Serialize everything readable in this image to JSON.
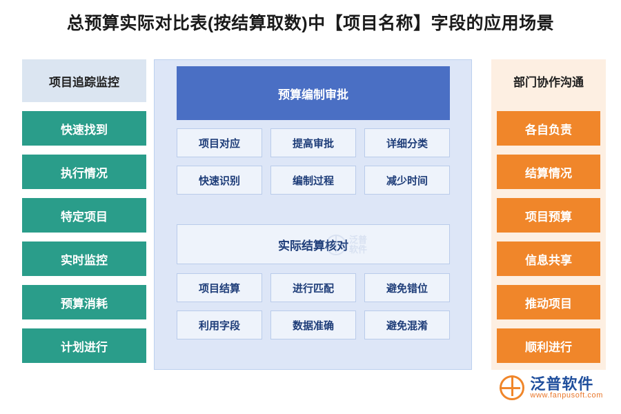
{
  "title": "总预算实际对比表(按结算取数)中【项目名称】字段的应用场景",
  "left_column": {
    "heading": "项目追踪监控",
    "items": [
      {
        "label": "快速找到"
      },
      {
        "label": "执行情况"
      },
      {
        "label": "特定项目"
      },
      {
        "label": "实时监控"
      },
      {
        "label": "预算消耗"
      },
      {
        "label": "计划进行"
      }
    ]
  },
  "center_column": {
    "top_banner": "预算编制审批",
    "top_cells": [
      {
        "label": "项目对应"
      },
      {
        "label": "提高审批"
      },
      {
        "label": "详细分类"
      },
      {
        "label": "快速识别"
      },
      {
        "label": "编制过程"
      },
      {
        "label": "减少时间"
      }
    ],
    "mid_banner": "实际结算核对",
    "bottom_cells": [
      {
        "label": "项目结算"
      },
      {
        "label": "进行匹配"
      },
      {
        "label": "避免错位"
      },
      {
        "label": "利用字段"
      },
      {
        "label": "数据准确"
      },
      {
        "label": "避免混淆"
      }
    ]
  },
  "right_column": {
    "heading": "部门协作沟通",
    "items": [
      {
        "label": "各自负责"
      },
      {
        "label": "结算情况"
      },
      {
        "label": "项目预算"
      },
      {
        "label": "信息共享"
      },
      {
        "label": "推动项目"
      },
      {
        "label": "顺利进行"
      }
    ]
  },
  "watermark": {
    "line1": "泛普",
    "line2": "软件"
  },
  "logo": {
    "name": "泛普软件",
    "url": "www.fanpusoft.com"
  },
  "colors": {
    "green": "#2a9d8a",
    "orange": "#f0862a",
    "blue": "#4a6fc4",
    "center_bg": "#dde6f7",
    "left_head_bg": "#dbe5f1",
    "right_bg": "#fdefe2"
  }
}
